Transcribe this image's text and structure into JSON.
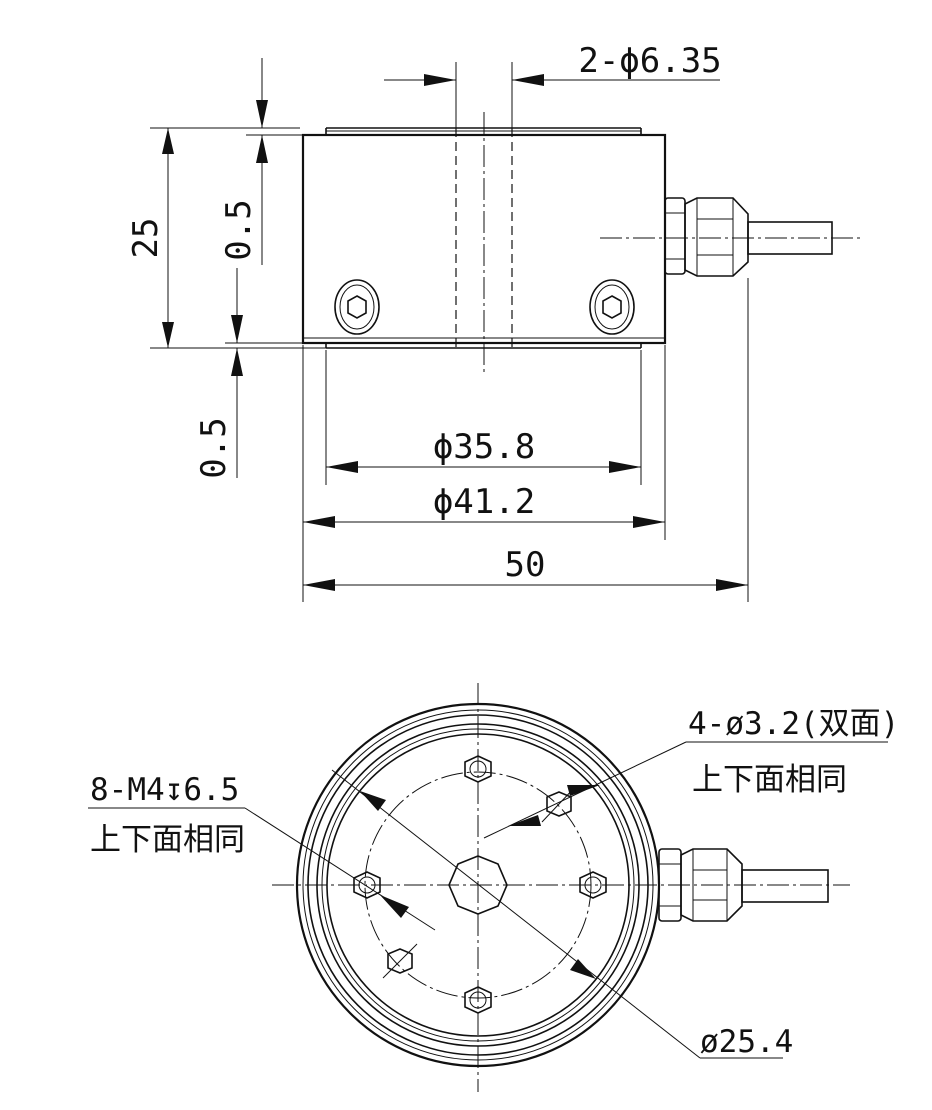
{
  "side_view": {
    "height_25": "25",
    "top_step": "0.5",
    "bottom_step": "0.5",
    "dia_35_8": "ϕ35.8",
    "dia_41_2": "ϕ41.2",
    "width_50": "50",
    "holes_6_35": "2-ϕ6.35"
  },
  "top_view": {
    "thread_callout": "8-M4",
    "thread_depth_symbol": "↧",
    "thread_depth": "6.5",
    "thread_note": "上下面相同",
    "hole_callout": "4-ø3.2(双面)",
    "hole_note": "上下面相同",
    "pcd": "ø25.4"
  },
  "colors": {
    "line": "#111111",
    "background": "#ffffff"
  }
}
